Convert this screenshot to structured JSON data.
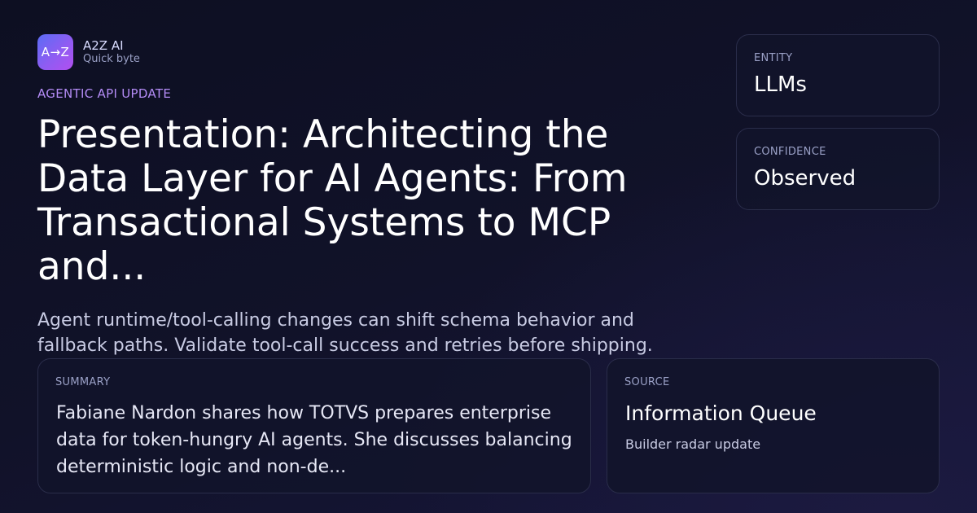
{
  "brand": {
    "logo_text": "A→Z",
    "name": "A2Z AI",
    "subtitle": "Quick byte"
  },
  "kicker": "AGENTIC API UPDATE",
  "headline": "Presentation: Architecting the Data Layer for AI Agents: From Transactional Systems to MCP and...",
  "lede": "Agent runtime/tool-calling changes can shift schema behavior and fallback paths. Validate tool-call success and retries before shipping.",
  "entity": {
    "label": "ENTITY",
    "value": "LLMs"
  },
  "confidence": {
    "label": "CONFIDENCE",
    "value": "Observed"
  },
  "summary": {
    "label": "SUMMARY",
    "text": "Fabiane Nardon shares how TOTVS prepares enterprise data for token-hungry AI agents. She discusses balancing deterministic logic and non-de..."
  },
  "source": {
    "label": "SOURCE",
    "name": "Information Queue",
    "detail": "Builder radar update"
  },
  "colors": {
    "accent": "#b48cf6",
    "background": "#111229",
    "card_border": "#2a2d4a"
  }
}
